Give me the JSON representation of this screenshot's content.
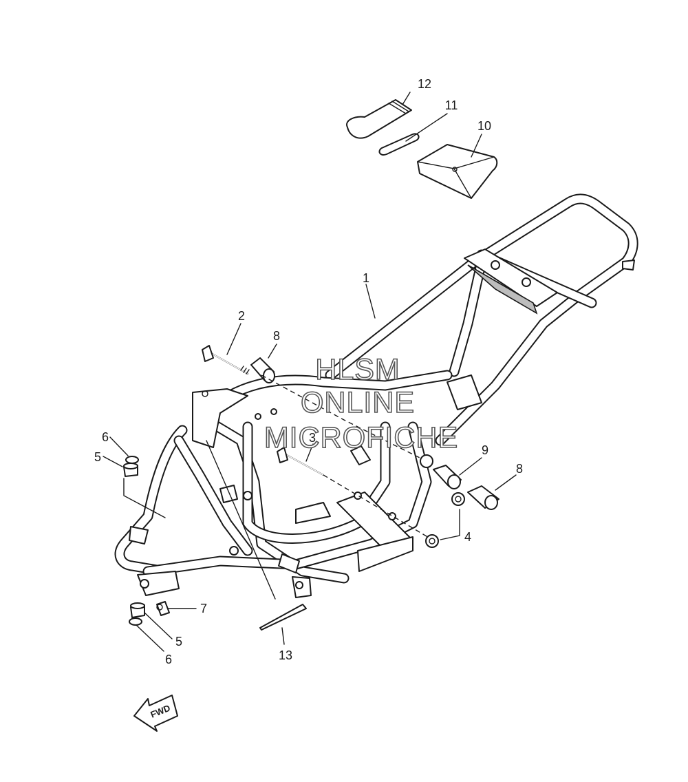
{
  "watermark": {
    "lines": [
      "HLSM",
      "ONLINE",
      "MICROFICHE"
    ]
  },
  "direction_arrow": {
    "label": "FWD"
  },
  "callouts": [
    {
      "id": "c1",
      "label": "1"
    },
    {
      "id": "c2",
      "label": "2"
    },
    {
      "id": "c3",
      "label": "3"
    },
    {
      "id": "c4",
      "label": "4"
    },
    {
      "id": "c5a",
      "label": "5"
    },
    {
      "id": "c5b",
      "label": "5"
    },
    {
      "id": "c6a",
      "label": "6"
    },
    {
      "id": "c6b",
      "label": "6"
    },
    {
      "id": "c7",
      "label": "7"
    },
    {
      "id": "c8a",
      "label": "8"
    },
    {
      "id": "c8b",
      "label": "8"
    },
    {
      "id": "c9",
      "label": "9"
    },
    {
      "id": "c10",
      "label": "10"
    },
    {
      "id": "c11",
      "label": "11"
    },
    {
      "id": "c12",
      "label": "12"
    },
    {
      "id": "c13",
      "label": "13"
    }
  ]
}
